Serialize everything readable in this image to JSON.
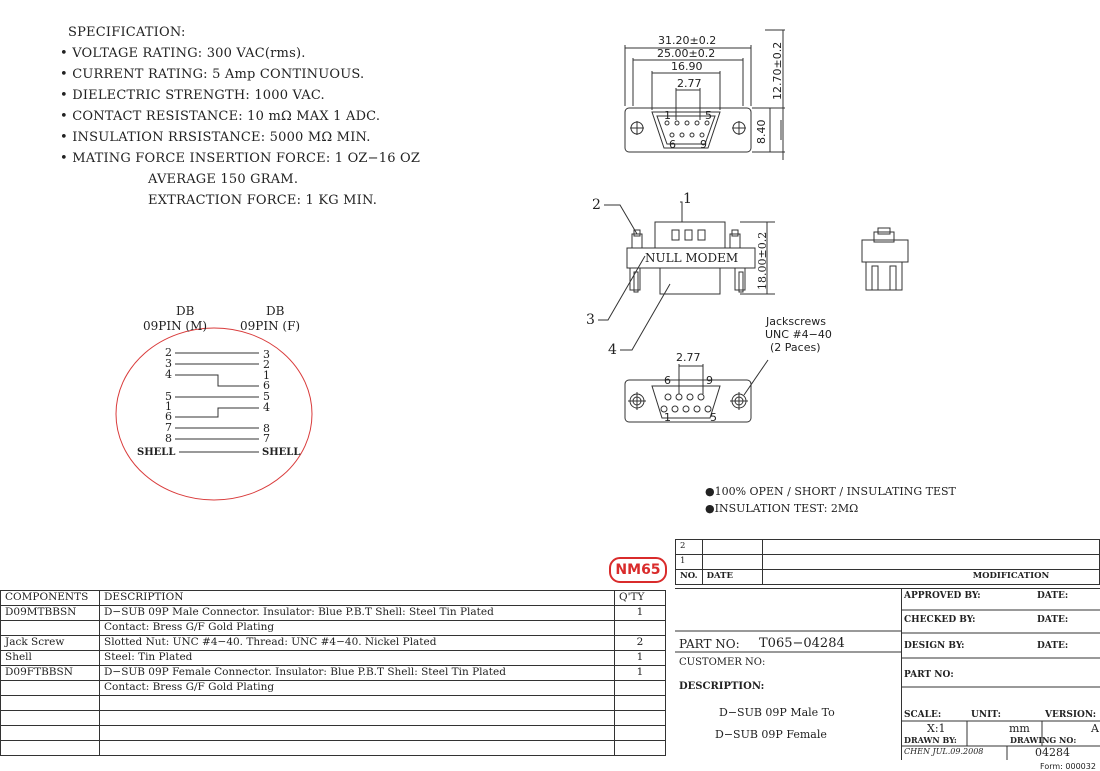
{
  "spec": {
    "title": "SPECIFICATION:",
    "items": [
      "• VOLTAGE RATING: 300 VAC(rms).",
      "• CURRENT RATING: 5 Amp CONTINUOUS.",
      "• DIELECTRIC STRENGTH: 1000 VAC.",
      "• CONTACT RESISTANCE: 10 mΩ MAX 1 ADC.",
      "• INSULATION RRSISTANCE: 5000 MΩ MIN.",
      "• MATING FORCE INSERTION FORCE: 1 OZ−16 OZ"
    ],
    "indent_lines": [
      "AVERAGE 150 GRAM.",
      "EXTRACTION FORCE: 1 KG MIN."
    ]
  },
  "wiring": {
    "left_header": [
      "DB",
      "09PIN (M)"
    ],
    "right_header": [
      "DB",
      "09PIN (F)"
    ],
    "left_pins": [
      "2",
      "3",
      "4",
      "5",
      "1",
      "6",
      "7",
      "8",
      "SHELL"
    ],
    "right_pins": [
      "3",
      "2",
      "1",
      "6",
      "5",
      "4",
      "8",
      "7",
      "SHELL"
    ],
    "circle_color": "#d93b3b"
  },
  "dimensions": {
    "overall": "31.20±0.2",
    "flange": "25.00±0.2",
    "shell": "16.90",
    "pitch": "2.77",
    "height": "12.70±0.2",
    "inner": "8.40",
    "side_height": "18.00±0.2",
    "pitch_bottom": "2.77",
    "pin_labels_top": [
      "1",
      "5",
      "6",
      "9"
    ],
    "pin_labels_bottom": [
      "6",
      "9",
      "1",
      "5"
    ]
  },
  "callouts": {
    "one": "1",
    "two": "2",
    "three": "3",
    "four": "4",
    "label": "NULL MODEM",
    "jackscrews": [
      "Jackscrews",
      "UNC #4−40",
      "(2 Paces)"
    ]
  },
  "tests": [
    "●100% OPEN / SHORT / INSULATING TEST",
    "●INSULATION TEST: 2MΩ"
  ],
  "badge": "NM65",
  "revision": {
    "rows": [
      [
        "2",
        "",
        ""
      ],
      [
        "1",
        "",
        ""
      ]
    ],
    "headers": [
      "NO.",
      "DATE",
      "MODIFICATION"
    ]
  },
  "components": {
    "headers": [
      "COMPONENTS",
      "DESCRIPTION",
      "Q'TY"
    ],
    "rows": [
      {
        "c": "D09MTBBSN",
        "d": "D−SUB 09P Male Connector. Insulator: Blue P.B.T Shell: Steel Tin Plated",
        "q": "1"
      },
      {
        "c": "",
        "d": "Contact: Bress G/F Gold Plating",
        "q": ""
      },
      {
        "c": "Jack Screw",
        "d": "Slotted Nut: UNC #4−40. Thread: UNC #4−40. Nickel Plated",
        "q": "2"
      },
      {
        "c": "Shell",
        "d": "Steel: Tin Plated",
        "q": "1"
      },
      {
        "c": "D09FTBBSN",
        "d": "D−SUB 09P Female Connector. Insulator: Blue P.B.T Shell: Steel Tin Plated",
        "q": "1"
      },
      {
        "c": "",
        "d": "Contact: Bress G/F Gold Plating",
        "q": ""
      },
      {
        "c": "",
        "d": "",
        "q": ""
      },
      {
        "c": "",
        "d": "",
        "q": ""
      },
      {
        "c": "",
        "d": "",
        "q": ""
      },
      {
        "c": "",
        "d": "",
        "q": ""
      }
    ]
  },
  "title_block": {
    "part_no_label": "PART NO:",
    "part_no": "T065−04284",
    "customer_no_label": "CUSTOMER NO:",
    "description_label": "DESCRIPTION:",
    "description": [
      "D−SUB 09P Male To",
      "D−SUB 09P Female"
    ],
    "approved_by": "APPROVED BY:",
    "checked_by": "CHECKED BY:",
    "design_by": "DESIGN BY:",
    "date": "DATE:",
    "part_no2": "PART NO:",
    "scale_label": "SCALE:",
    "scale": "X:1",
    "unit_label": "UNIT:",
    "unit": "mm",
    "version_label": "VERSION:",
    "version": "A",
    "drawn_by_label": "DRAWN BY:",
    "drawn_by": "CHEN  JUL.09.2008",
    "drawing_no_label": "DRAWING NO:",
    "drawing_no": "04284",
    "form": "Form: 000032"
  }
}
